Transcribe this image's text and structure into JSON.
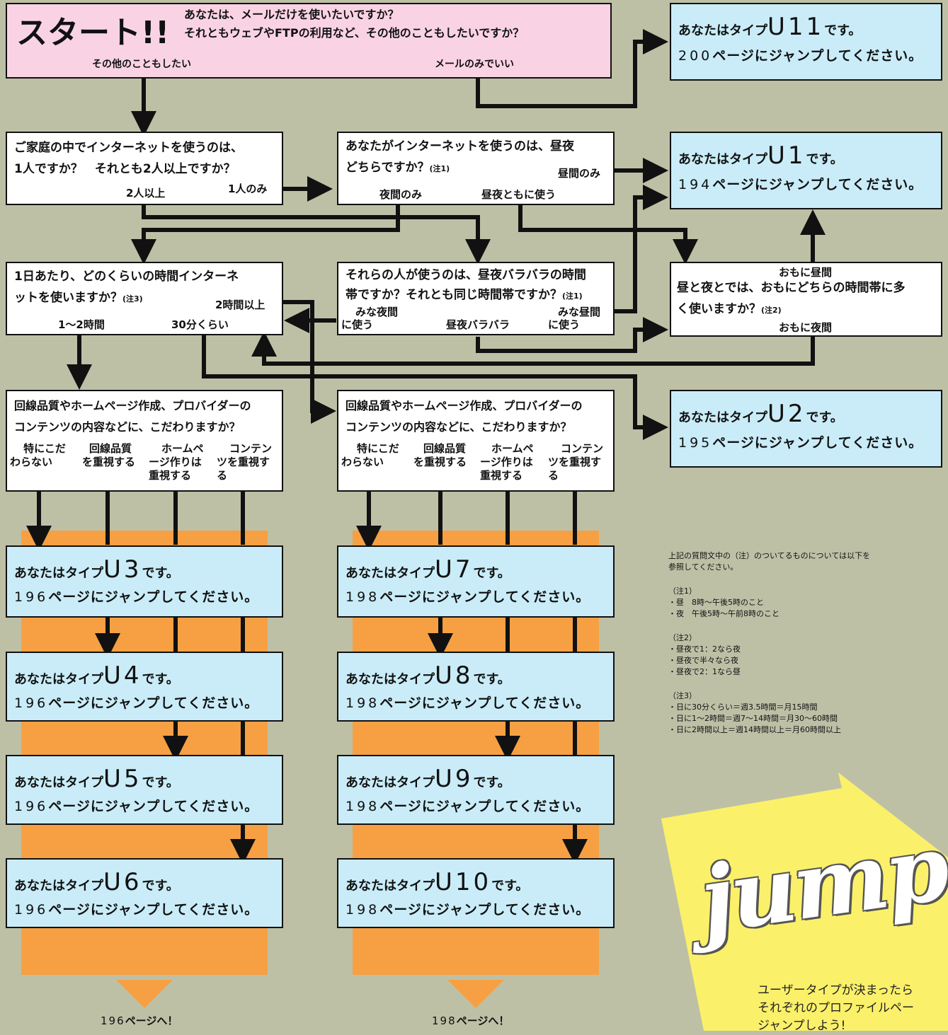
{
  "start": {
    "title": "スタート!!",
    "q1": "あなたは、メールだけを使いたいですか？",
    "q2": "それともウェブやFTPの利用など、その他のこともしたいですか？",
    "opt_other": "その他のこともしたい",
    "opt_mail": "メールのみでいい"
  },
  "q_household": {
    "line1": "ご家庭の中でインターネットを使うのは、",
    "line2": "1人ですか？　それとも2人以上ですか？",
    "opt_multi": "2人以上",
    "opt_single": "1人のみ"
  },
  "q_daynight": {
    "line1": "あなたがインターネットを使うのは、昼夜",
    "line2": "どちらですか？",
    "note": "(注1)",
    "opt_day": "昼間のみ",
    "opt_night": "夜間のみ",
    "opt_both": "昼夜ともに使う"
  },
  "q_hours": {
    "line1": "1日あたり、どのくらいの時間インターネ",
    "line2": "ットを使いますか？",
    "note": "(注3)",
    "opt_2h": "2時間以上",
    "opt_1_2": "1～2時間",
    "opt_30": "30分くらい"
  },
  "q_timezone": {
    "line1": "それらの人が使うのは、昼夜バラバラの時間",
    "line2": "帯ですか？それとも同じ時間帯ですか？",
    "note": "(注1)",
    "opt_night_a": "みな夜間",
    "opt_night_b": "に使う",
    "opt_mixed": "昼夜バラバラ",
    "opt_day_a": "みな昼間",
    "opt_day_b": "に使う"
  },
  "q_mostly": {
    "top": "おもに昼間",
    "line1": "昼と夜とでは、おもにどちらの時間帯に多",
    "line2": "く使いますか？",
    "note": "(注2)",
    "bottom": "おもに夜間"
  },
  "q_pref_left": {
    "line1": "回線品質やホームページ作成、プロバイダーの",
    "line2": "コンテンツの内容などに、こだわりますか？",
    "o1a": "特にこだ",
    "o1b": "わらない",
    "o2a": "回線品質",
    "o2b": "を重視する",
    "o3a": "ホームペ",
    "o3b": "ージ作りは",
    "o3c": "重視する",
    "o4a": "コンテン",
    "o4b": "ツを重視す",
    "o4c": "る"
  },
  "q_pref_right": {
    "line1": "回線品質やホームページ作成、プロバイダーの",
    "line2": "コンテンツの内容などに、こだわりますか？",
    "o1a": "特にこだ",
    "o1b": "わらない",
    "o2a": "回線品質",
    "o2b": "を重視する",
    "o3a": "ホームペ",
    "o3b": "ージ作りは",
    "o3c": "重視する",
    "o4a": "コンテン",
    "o4b": "ツを重視す",
    "o4c": "る"
  },
  "result_prefix": "あなたはタイプ",
  "result_suffix": "です。",
  "page_suffix": "ページにジャンプしてください。",
  "results": {
    "u11": {
      "type": "U11",
      "page": "200"
    },
    "u1": {
      "type": "U1",
      "page": "194"
    },
    "u2": {
      "type": "U2",
      "page": "195"
    },
    "u3": {
      "type": "U3",
      "page": "196"
    },
    "u4": {
      "type": "U4",
      "page": "196"
    },
    "u5": {
      "type": "U5",
      "page": "196"
    },
    "u6": {
      "type": "U6",
      "page": "196"
    },
    "u7": {
      "type": "U7",
      "page": "198"
    },
    "u8": {
      "type": "U8",
      "page": "198"
    },
    "u9": {
      "type": "U9",
      "page": "198"
    },
    "u10": {
      "type": "U10",
      "page": "198"
    }
  },
  "goto_left": {
    "page": "196",
    "suffix": "ページへ！"
  },
  "goto_right": {
    "page": "198",
    "suffix": "ページへ！"
  },
  "notes": {
    "intro1": "上記の質問文中の（注）のついてるものについては以下を",
    "intro2": "参照してください。",
    "n1_title": "（注1）",
    "n1_a": "・昼　8時～午後5時のこと",
    "n1_b": "・夜　午後5時～午前8時のこと",
    "n2_title": "（注2）",
    "n2_a": "・昼夜で1：2なら夜",
    "n2_b": "・昼夜で半々なら夜",
    "n2_c": "・昼夜で2：1なら昼",
    "n3_title": "（注3）",
    "n3_a": "・日に30分くらい＝週3.5時間＝月15時間",
    "n3_b": "・日に1～2時間＝週7～14時間＝月30～60時間",
    "n3_c": "・日に2時間以上＝週14時間以上＝月60時間以上"
  },
  "jump": {
    "word": "jump!",
    "line1": "ユーザータイプが決まったら",
    "line2": "それぞれのプロファイルペー",
    "line3": "ジャンプしよう!"
  },
  "colors": {
    "background": "#bec0a6",
    "start_box": "#f9d3e4",
    "result_box": "#c9ecf8",
    "orange_band": "#f6a043",
    "jump_yellow": "#fbf06a"
  }
}
